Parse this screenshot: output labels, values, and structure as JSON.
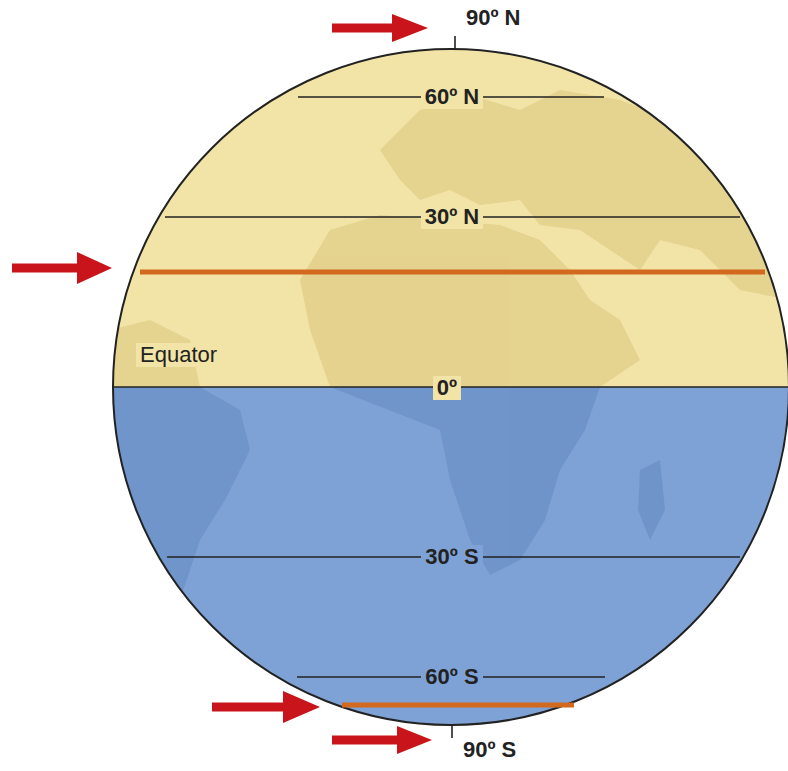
{
  "diagram": {
    "labels": [
      "90º N",
      "60º N",
      "30º N",
      "Equator",
      "0º",
      "30º S",
      "60º S",
      "90º S"
    ]
  }
}
